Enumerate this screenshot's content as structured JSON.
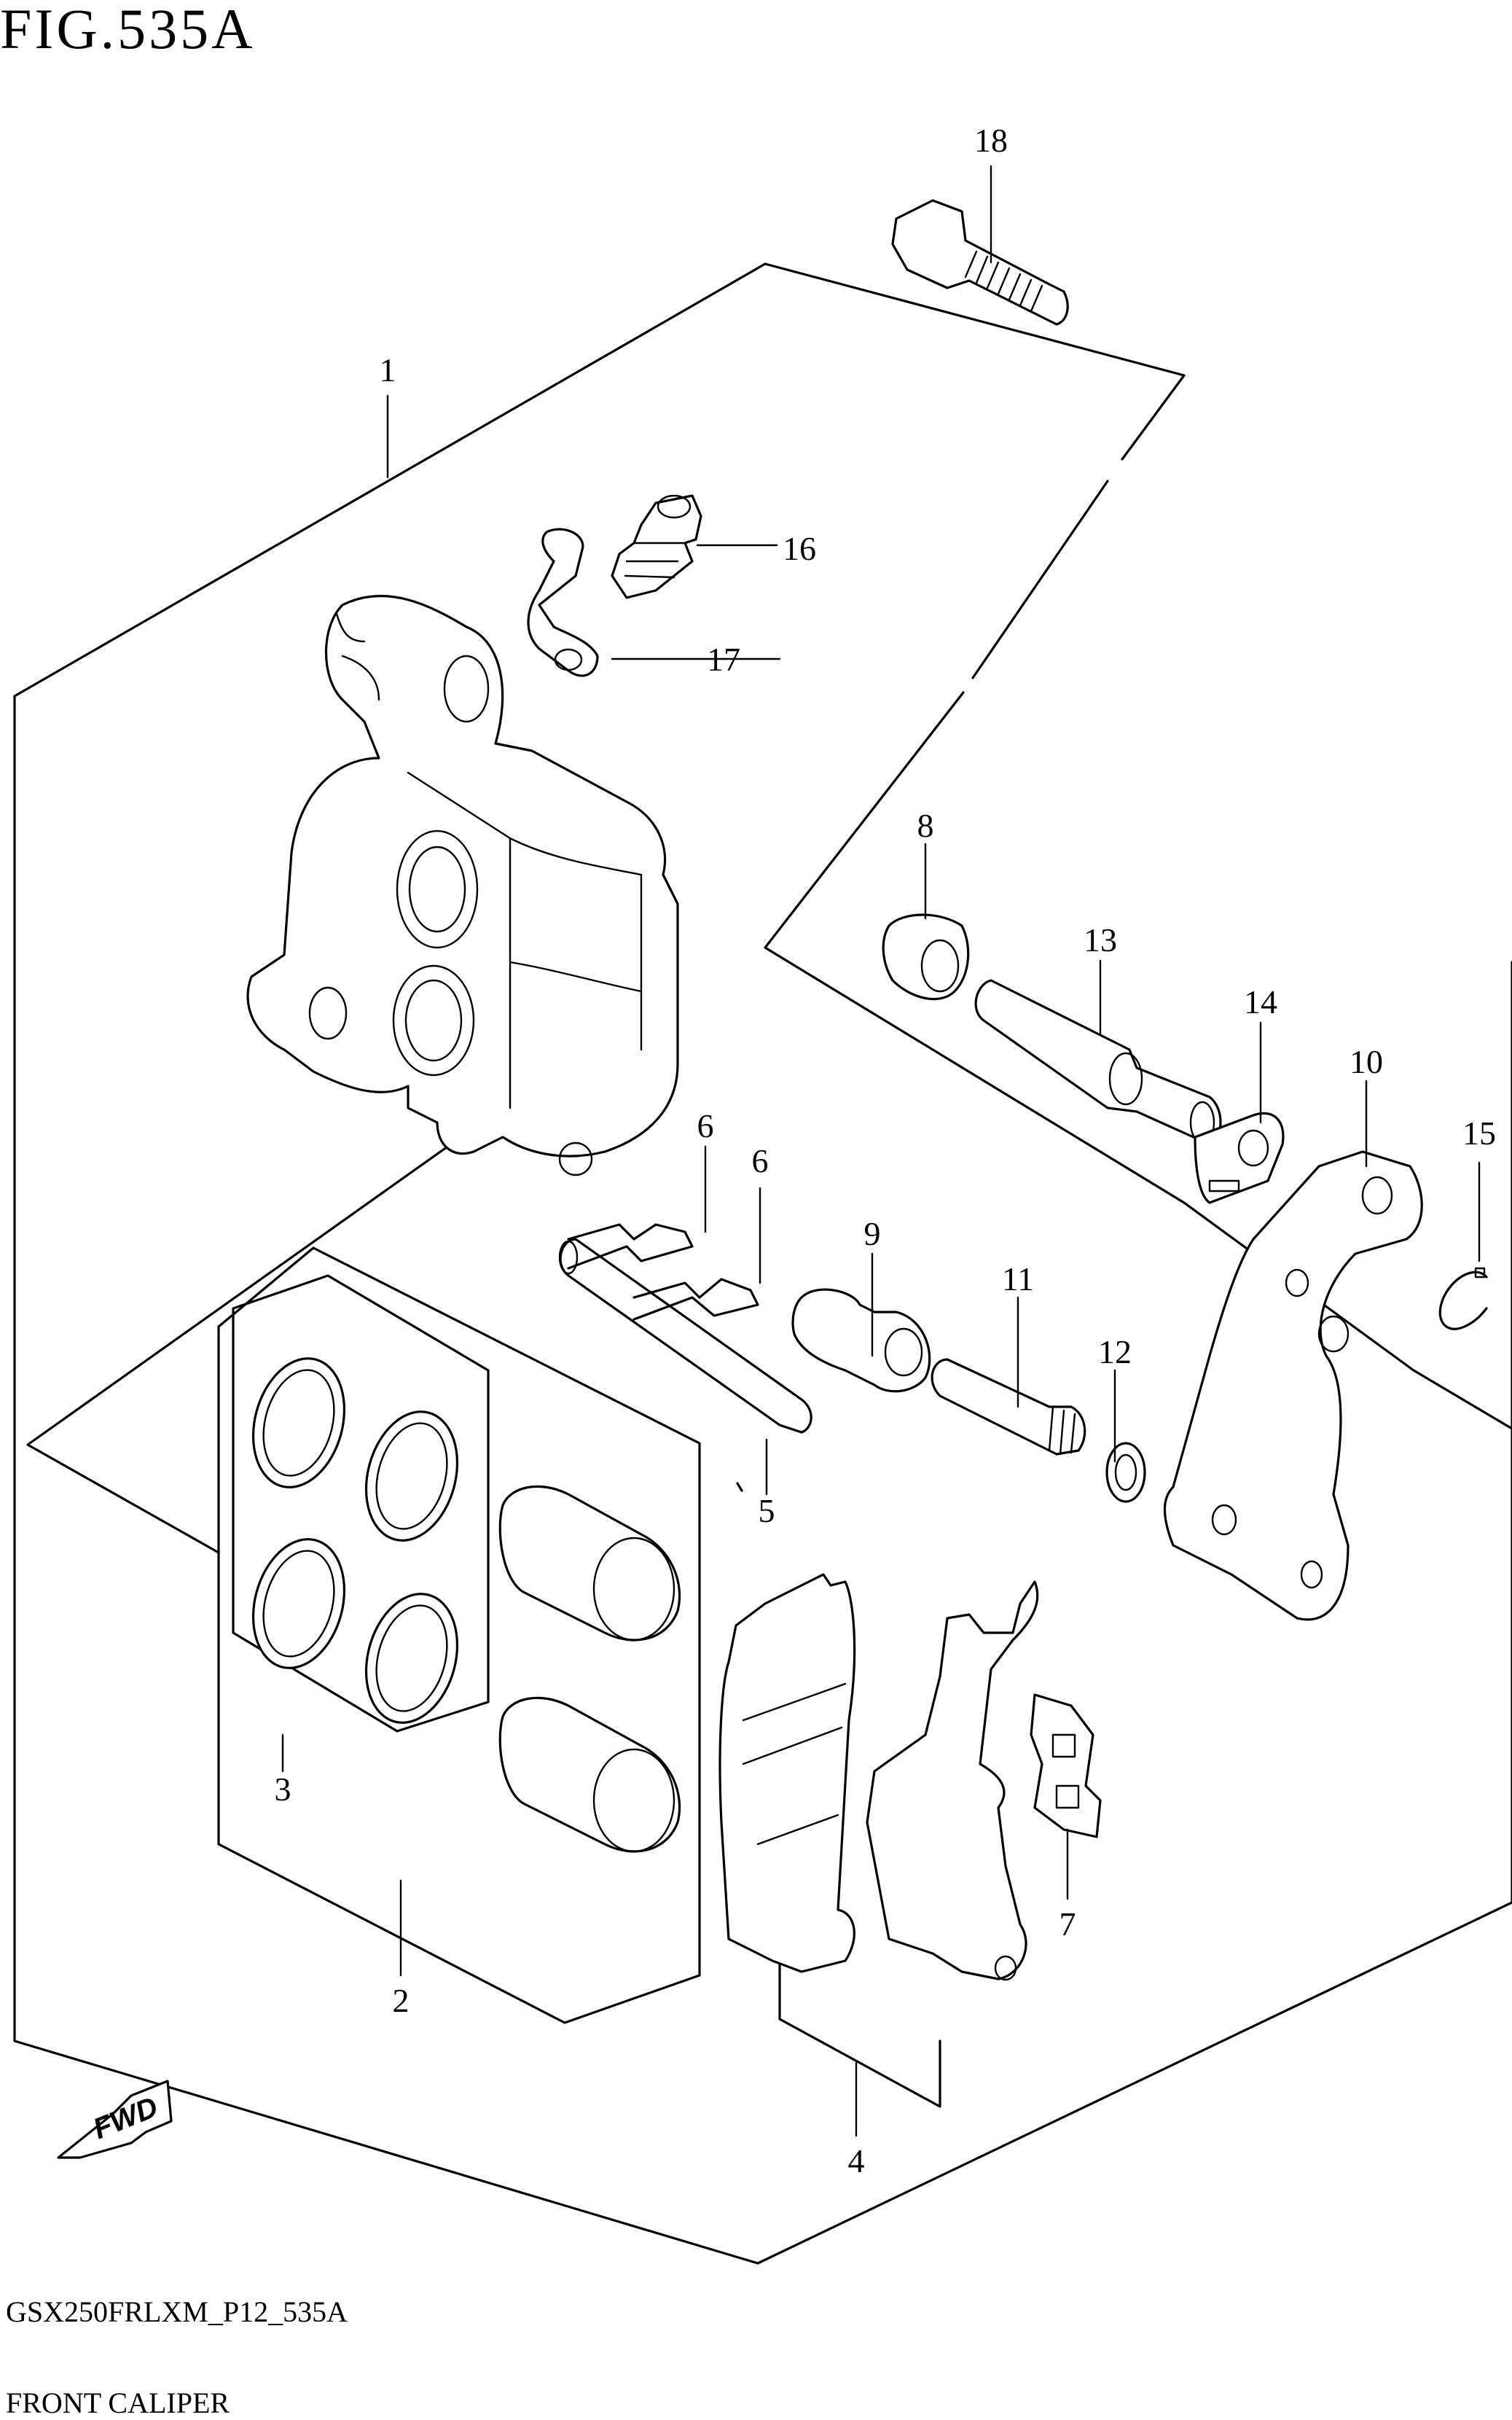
{
  "figure": {
    "title": "FIG.535A",
    "code": "GSX250FRLXM_P12_535A",
    "name": "FRONT CALIPER"
  },
  "direction_marker": {
    "label": "FWD",
    "icon": "fwd-arrow-icon"
  },
  "callouts": [
    {
      "id": "1",
      "part": "caliper-body"
    },
    {
      "id": "2",
      "part": "piston-seal-set"
    },
    {
      "id": "3",
      "part": "seal-rings"
    },
    {
      "id": "4",
      "part": "brake-pad-set"
    },
    {
      "id": "5",
      "part": "pad-pin"
    },
    {
      "id": "6",
      "part": "pin-clip"
    },
    {
      "id": "6",
      "part": "pin-clip-second"
    },
    {
      "id": "7",
      "part": "pad-spring"
    },
    {
      "id": "8",
      "part": "boot"
    },
    {
      "id": "9",
      "part": "boot-lower"
    },
    {
      "id": "10",
      "part": "caliper-bracket"
    },
    {
      "id": "11",
      "part": "slide-pin-lower"
    },
    {
      "id": "12",
      "part": "washer"
    },
    {
      "id": "13",
      "part": "slide-pin-upper"
    },
    {
      "id": "14",
      "part": "pad-retainer"
    },
    {
      "id": "15",
      "part": "circlip"
    },
    {
      "id": "16",
      "part": "bleeder-valve"
    },
    {
      "id": "17",
      "part": "bleeder-cap"
    },
    {
      "id": "18",
      "part": "mounting-bolt"
    }
  ]
}
